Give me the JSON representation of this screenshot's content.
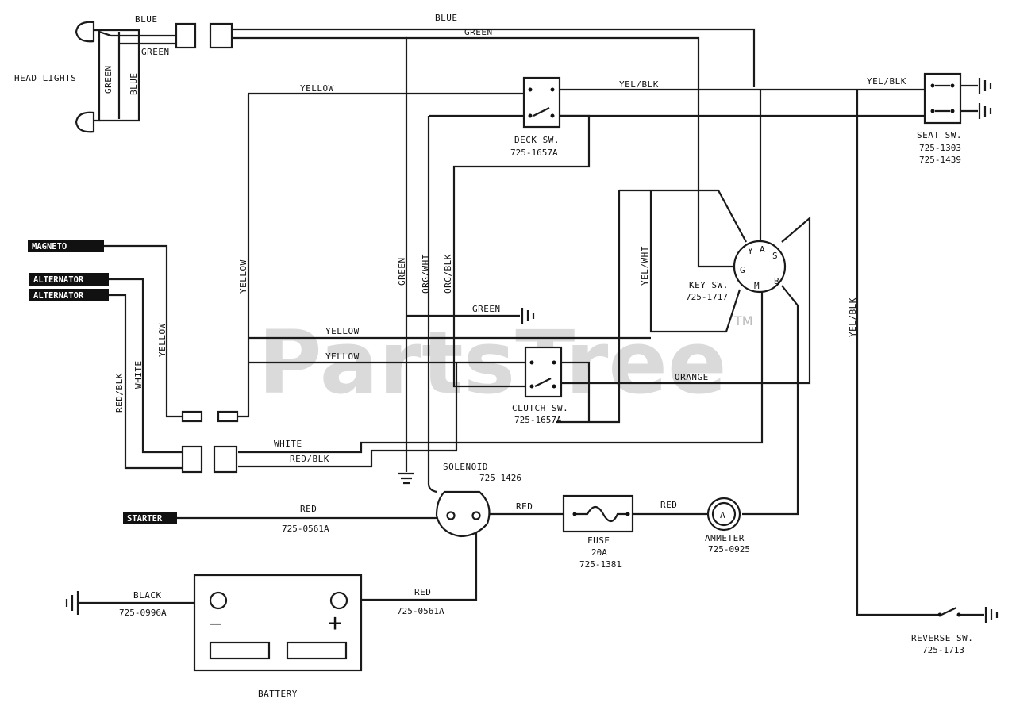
{
  "watermark": {
    "text": "PartsTree",
    "tm": "TM"
  },
  "components": {
    "head_lights": "HEAD LIGHTS",
    "magneto": "MAGNETO",
    "alternator_1": "ALTERNATOR",
    "alternator_2": "ALTERNATOR",
    "starter": "STARTER",
    "deck_switch": {
      "name": "DECK SW.",
      "part": "725-1657A"
    },
    "clutch_switch": {
      "name": "CLUTCH SW.",
      "part": "725-1657A"
    },
    "key_switch": {
      "name": "KEY SW.",
      "part": "725-1717",
      "terminals": [
        "Y",
        "A",
        "S",
        "G",
        "M",
        "B"
      ]
    },
    "seat_switch": {
      "name": "SEAT SW.",
      "part_1": "725-1303",
      "part_2": "725-1439"
    },
    "reverse_switch": {
      "name": "REVERSE SW.",
      "part": "725-1713"
    },
    "solenoid": {
      "name": "SOLENOID",
      "part": "725 1426"
    },
    "fuse": {
      "name": "FUSE",
      "rating": "20A",
      "part": "725-1381"
    },
    "ammeter": {
      "name": "AMMETER",
      "part": "725-0925",
      "symbol": "A"
    },
    "battery": {
      "name": "BATTERY",
      "neg": "—",
      "pos": "+"
    }
  },
  "wires": {
    "blue_top_left": "BLUE",
    "green_top_left": "GREEN",
    "blue_top": "BLUE",
    "green_top": "GREEN",
    "green_hl": "GREEN",
    "blue_hl": "BLUE",
    "yellow_top": "YELLOW",
    "yel_blk_top": "YEL/BLK",
    "yel_blk_seat": "YEL/BLK",
    "yellow_vert": "YELLOW",
    "green_vert": "GREEN",
    "org_wht": "ORG/WHT",
    "org_blk": "ORG/BLK",
    "yel_wht": "YEL/WHT",
    "yel_blk_vert": "YEL/BLK",
    "green_ground": "GREEN",
    "yellow_mid_1": "YELLOW",
    "yellow_mid_2": "YELLOW",
    "orange": "ORANGE",
    "yellow_mag": "YELLOW",
    "white_alt": "WHITE",
    "red_blk_alt": "RED/BLK",
    "white_h": "WHITE",
    "red_blk_h": "RED/BLK",
    "red_starter": "RED",
    "red_starter_part": "725-0561A",
    "red_fuse": "RED",
    "red_ammeter": "RED",
    "black_bat": "BLACK",
    "black_bat_part": "725-0996A",
    "red_bat": "RED",
    "red_bat_part": "725-0561A"
  }
}
